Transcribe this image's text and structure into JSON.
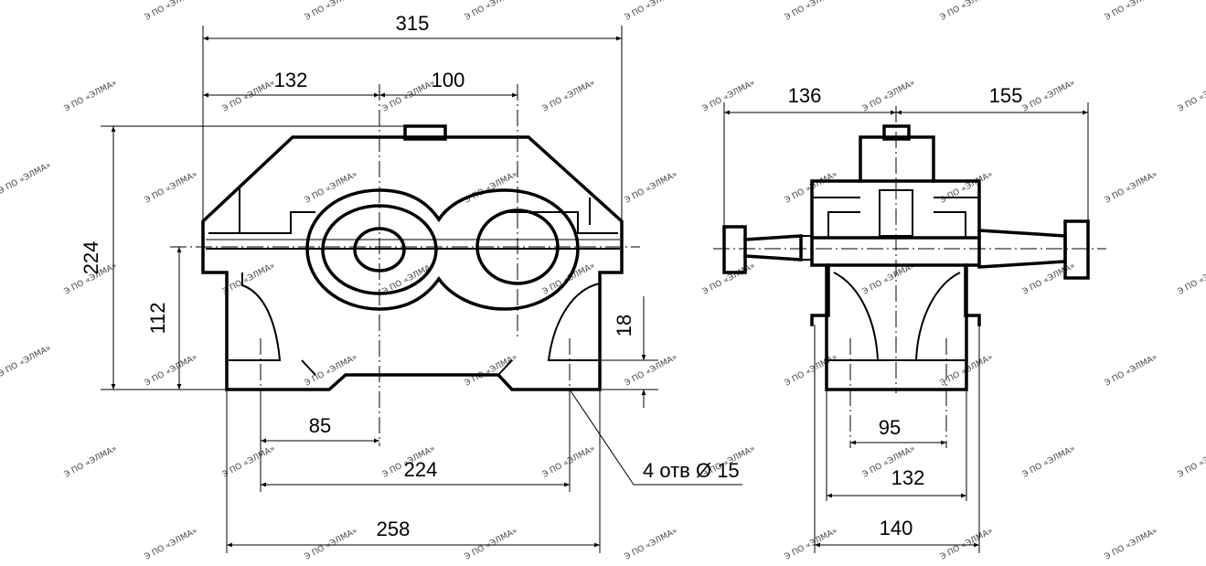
{
  "front_view": {
    "overall_width": "315",
    "left_to_axis": "132",
    "axis_spacing": "100",
    "overall_height": "224",
    "axis_height": "112",
    "foot_height": "18",
    "hole_to_axis": "85",
    "hole_spacing": "224",
    "base_length": "258",
    "holes_callout": "4 отв Ø 15"
  },
  "side_view": {
    "left_shaft": "136",
    "right_shaft": "155",
    "hole_spacing": "95",
    "base_inner": "132",
    "base_width": "140"
  },
  "watermark": {
    "text": "ПО «ЭЛМА»",
    "icon": "elma-logo-icon"
  }
}
